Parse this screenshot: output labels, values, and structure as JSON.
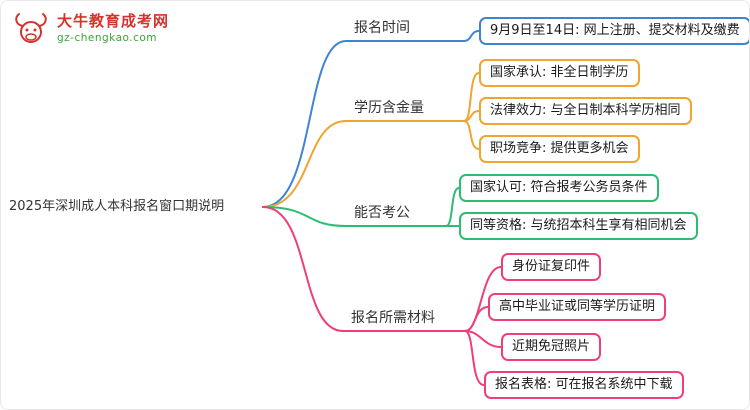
{
  "logo": {
    "title": "大牛教育成考网",
    "subtitle": "gz-chengkao.com"
  },
  "root": {
    "label": "2025年深圳成人本科报名窗口期说明"
  },
  "branches": [
    {
      "label": "报名时间",
      "color": "#3d85d1",
      "children": [
        "9月9日至14日: 网上注册、提交材料及缴费"
      ]
    },
    {
      "label": "学历含金量",
      "color": "#f0a431",
      "children": [
        "国家承认: 非全日制学历",
        "法律效力: 与全日制本科学历相同",
        "职场竞争: 提供更多机会"
      ]
    },
    {
      "label": "能否考公",
      "color": "#2cbd73",
      "children": [
        "国家认可: 符合报考公务员条件",
        "同等资格: 与统招本科生享有相同机会"
      ]
    },
    {
      "label": "报名所需材料",
      "color": "#ee3f7d",
      "children": [
        "身份证复印件",
        "高中毕业证或同等学历证明",
        "近期免冠照片",
        "报名表格: 可在报名系统中下载"
      ]
    }
  ]
}
